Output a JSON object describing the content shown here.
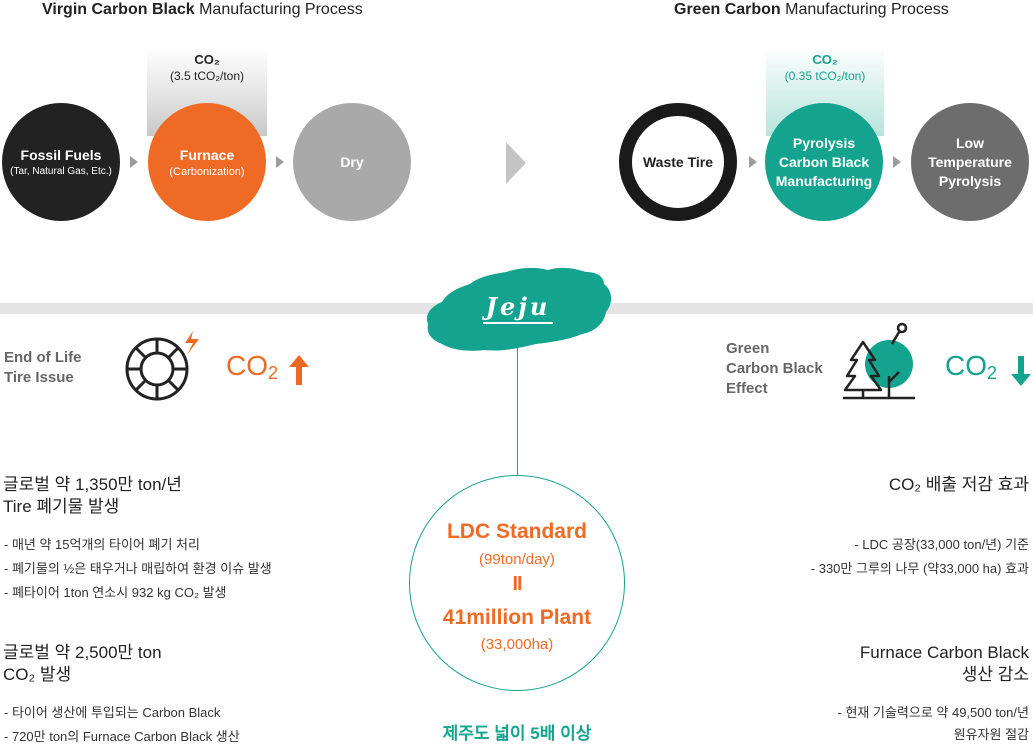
{
  "virgin": {
    "title_bold": "Virgin Carbon Black",
    "title_rest": " Manufacturing Process",
    "co2_label": "CO₂",
    "co2_value": "(3.5 tCO₂/ton)",
    "steps": [
      {
        "main": "Fossil Fuels",
        "sub": "(Tar, Natural Gas, Etc.)"
      },
      {
        "main": "Furnace",
        "sub": "(Carbonization)"
      },
      {
        "main": "Dry",
        "sub": ""
      }
    ]
  },
  "green": {
    "title_bold": "Green Carbon",
    "title_rest": " Manufacturing Process",
    "co2_label": "CO₂",
    "co2_value": "(0.35 tCO₂/ton)",
    "steps": [
      {
        "main": "Waste Tire"
      },
      {
        "main": "Pyrolysis\nCarbon Black\nManufacturing"
      },
      {
        "main": "Low\nTemperature\nPyrolysis"
      }
    ]
  },
  "jeju_logo": "Jeju",
  "left_effect": {
    "label": "End of Life\nTire Issue",
    "co2": "CO",
    "co2_sub": "2",
    "arrow": "up"
  },
  "right_effect": {
    "label": "Green\nCarbon Black\nEffect",
    "co2": "CO",
    "co2_sub": "2",
    "arrow": "down"
  },
  "left_block1": {
    "heading": "글로벌 약 1,350만 ton/년\nTire 폐기물 발생",
    "bullets": [
      "- 매년 약 15억개의 타이어 폐기 처리",
      "- 폐기물의 ½은 태우거나 매립하여 환경 이슈 발생",
      "- 폐타이어 1ton 연소시 932 kg CO₂ 발생"
    ]
  },
  "left_block2": {
    "heading": "글로벌 약 2,500만 ton\nCO₂ 발생",
    "bullets": [
      "- 타이어 생산에 투입되는 Carbon Black",
      "- 720만 ton의 Furnace Carbon Black 생산"
    ]
  },
  "center": {
    "line1": "LDC Standard",
    "line1_sub": "(99ton/day)",
    "equals": "II",
    "line2": "41million Plant",
    "line2_sub": "(33,000ha)",
    "footer": "제주도 넓이  5배 이상"
  },
  "right_block1": {
    "heading": "CO₂ 배출 저감 효과",
    "bullets": [
      "- LDC 공장(33,000 ton/년) 기준",
      "- 330만 그루의 나무 (약33,000 ha) 효과"
    ]
  },
  "right_block2": {
    "heading": "Furnace Carbon Black\n생산 감소",
    "bullets": [
      "- 현재 기술력으로 약 49,500 ton/년",
      "원유자원 절감"
    ]
  },
  "colors": {
    "orange": "#ef6a24",
    "teal": "#14a38e",
    "dark": "#222222",
    "gray": "#a9a9a9",
    "darkgray": "#6d6d6d"
  }
}
